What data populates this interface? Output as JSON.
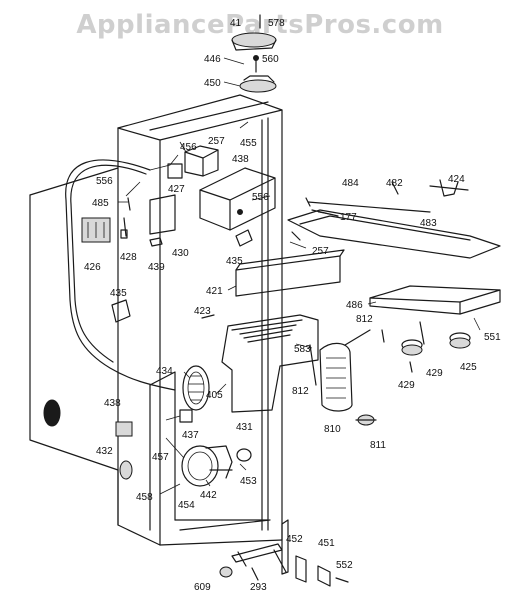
{
  "watermark": "AppliancePartsPros.com",
  "labels": [
    {
      "id": "l41",
      "text": "41"
    },
    {
      "id": "l578",
      "text": "578"
    },
    {
      "id": "l560",
      "text": "560"
    },
    {
      "id": "l446",
      "text": "446"
    },
    {
      "id": "l450",
      "text": "450"
    },
    {
      "id": "l455",
      "text": "455"
    },
    {
      "id": "l257a",
      "text": "257"
    },
    {
      "id": "l456",
      "text": "456"
    },
    {
      "id": "l438a",
      "text": "438"
    },
    {
      "id": "l427",
      "text": "427"
    },
    {
      "id": "l556a",
      "text": "556"
    },
    {
      "id": "l556b",
      "text": "556"
    },
    {
      "id": "l485",
      "text": "485"
    },
    {
      "id": "l484",
      "text": "484"
    },
    {
      "id": "l482",
      "text": "482"
    },
    {
      "id": "l424",
      "text": "424"
    },
    {
      "id": "l177",
      "text": "177"
    },
    {
      "id": "l483",
      "text": "483"
    },
    {
      "id": "l257b",
      "text": "257"
    },
    {
      "id": "l426",
      "text": "426"
    },
    {
      "id": "l428",
      "text": "428"
    },
    {
      "id": "l439",
      "text": "439"
    },
    {
      "id": "l430",
      "text": "430"
    },
    {
      "id": "l435a",
      "text": "435"
    },
    {
      "id": "l421",
      "text": "421"
    },
    {
      "id": "l486",
      "text": "486"
    },
    {
      "id": "l435b",
      "text": "435"
    },
    {
      "id": "l423",
      "text": "423"
    },
    {
      "id": "l812a",
      "text": "812"
    },
    {
      "id": "l551",
      "text": "551"
    },
    {
      "id": "l583",
      "text": "583"
    },
    {
      "id": "l434",
      "text": "434"
    },
    {
      "id": "l812b",
      "text": "812"
    },
    {
      "id": "l429a",
      "text": "429"
    },
    {
      "id": "l429b",
      "text": "429"
    },
    {
      "id": "l425",
      "text": "425"
    },
    {
      "id": "l405",
      "text": "405"
    },
    {
      "id": "l810",
      "text": "810"
    },
    {
      "id": "l811",
      "text": "811"
    },
    {
      "id": "l438b",
      "text": "438"
    },
    {
      "id": "l431",
      "text": "431"
    },
    {
      "id": "l437",
      "text": "437"
    },
    {
      "id": "l457",
      "text": "457"
    },
    {
      "id": "l432",
      "text": "432"
    },
    {
      "id": "l442",
      "text": "442"
    },
    {
      "id": "l453",
      "text": "453"
    },
    {
      "id": "l458",
      "text": "458"
    },
    {
      "id": "l454",
      "text": "454"
    },
    {
      "id": "l452",
      "text": "452"
    },
    {
      "id": "l451",
      "text": "451"
    },
    {
      "id": "l552",
      "text": "552"
    },
    {
      "id": "l609",
      "text": "609"
    },
    {
      "id": "l293",
      "text": "293"
    }
  ]
}
